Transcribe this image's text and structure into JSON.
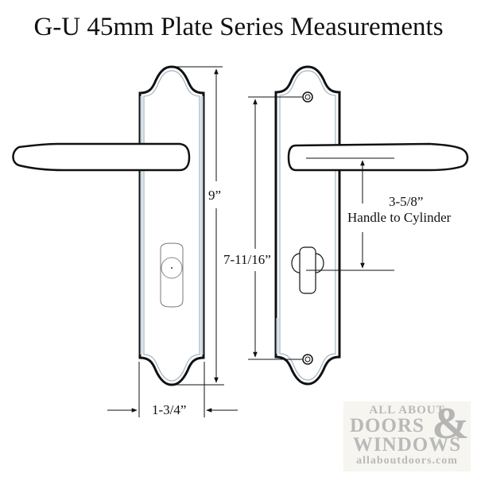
{
  "title": "G-U 45mm Plate Series Measurements",
  "dimensions": {
    "overall_height": "9”",
    "screw_spacing": "7-11/16”",
    "handle_to_cylinder_value": "3-5/8”",
    "handle_to_cylinder_label": "Handle to Cylinder",
    "plate_width": "1-3/4”"
  },
  "views": [
    {
      "name": "front plate with lever handle and thumb-turn"
    },
    {
      "name": "side plate with lever handle, cylinder cutout and screw holes"
    }
  ],
  "logo": {
    "line1": "ALL ABOUT",
    "line2": "DOORS",
    "ampersand": "&",
    "line3": "WINDOWS",
    "url": "allaboutdoors.com"
  },
  "colors": {
    "line": "#111111",
    "plate_inner": "#cfdbe3",
    "logo_text": "#b9b9b9",
    "logo_bg": "#f6f5f0"
  }
}
